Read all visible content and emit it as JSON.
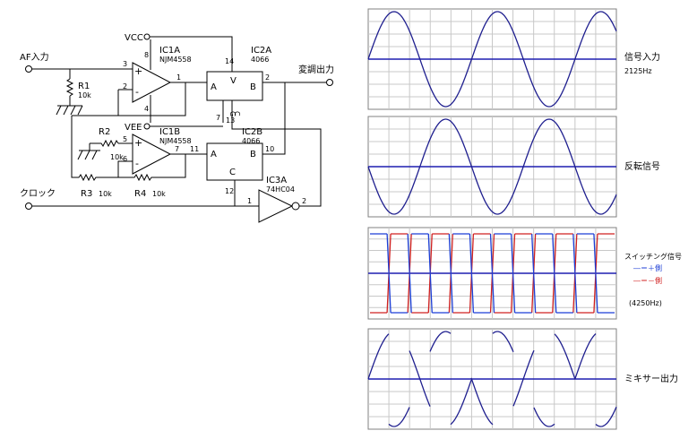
{
  "circuit": {
    "input_label": "AF入力",
    "clock_label": "クロック",
    "output_label": "変調出力",
    "vcc_label": "VCC",
    "vee_label": "VEE",
    "ic1a": {
      "name": "IC1A",
      "part": "NJM4558"
    },
    "ic1b": {
      "name": "IC1B",
      "part": "NJM4558"
    },
    "ic2a": {
      "name": "IC2A",
      "part": "4066"
    },
    "ic2b": {
      "name": "IC2B",
      "part": "4066"
    },
    "ic3a": {
      "name": "IC3A",
      "part": "74HC04"
    },
    "r1": {
      "name": "R1",
      "value": "10k"
    },
    "r2": {
      "name": "R2",
      "value": "10k"
    },
    "r3": {
      "name": "R3",
      "value": "10k"
    },
    "r4": {
      "name": "R4",
      "value": "10k"
    },
    "pins": {
      "p3": "3",
      "p2": "2",
      "p1": "1",
      "p8": "8",
      "p4": "4",
      "p5": "5",
      "p6": "6",
      "p7": "7",
      "p11": "11",
      "p14": "14",
      "p13": "13",
      "p7b": "7",
      "p2b": "2",
      "p10": "10",
      "p12": "12",
      "p1b": "1",
      "p2c": "2"
    },
    "switch_letters": {
      "a": "A",
      "b": "B",
      "v": "V",
      "g": "G",
      "c": "C"
    }
  },
  "waveforms": {
    "signal_label": "信号入力",
    "signal_freq": "2125Hz",
    "inverted_label": "反転信号",
    "switch_label": "スイッチング信号",
    "switch_plus": "―＝＋側",
    "switch_minus": "―＝－側",
    "switch_freq": "(4250Hz)",
    "mixer_label": "ミキサー出力"
  },
  "colors": {
    "wave": "#1f1f8f",
    "switch_plus": "#1c3ed6",
    "switch_minus": "#d02020",
    "axis": "#1f1fb0",
    "grid": "#c8c8c8"
  }
}
